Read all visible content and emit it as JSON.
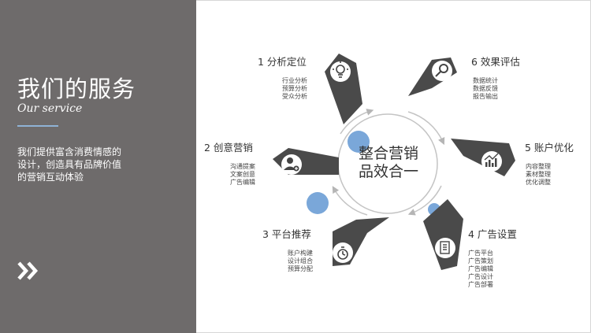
{
  "left_panel": {
    "title": "我们的服务",
    "subtitle": "Our service",
    "description_lines": [
      "我们提供富含消费情感的",
      "设计，创造具有品牌价值",
      "的营销互动体验"
    ]
  },
  "center": {
    "line1": "整合营销",
    "line2": "品效合一"
  },
  "items": [
    {
      "title": "1  分析定位",
      "list": [
        "行业分析",
        "预算分析",
        "受众分析"
      ],
      "icon": "lightbulb-icon"
    },
    {
      "title": "2  创意营销",
      "list": [
        "沟通提案",
        "文案创意",
        "广告编辑"
      ],
      "icon": "user-add-icon"
    },
    {
      "title": "3  平台推荐",
      "list": [
        "账户构建",
        "设计组合",
        "预算分配"
      ],
      "icon": "stopwatch-icon"
    },
    {
      "title": "4  广告设置",
      "list": [
        "广告平台",
        "广告策划",
        "广告编辑",
        "广告设计",
        "广告部署"
      ],
      "icon": "document-icon"
    },
    {
      "title": "5  账户优化",
      "list": [
        "内容整理",
        "素材整理",
        "优化调整"
      ],
      "icon": "growth-chart-icon"
    },
    {
      "title": "6  效果评估",
      "list": [
        "数据统计",
        "数据反馈",
        "报告输出"
      ],
      "icon": "magnifier-icon"
    }
  ],
  "colors": {
    "panel": "#6e6b6b",
    "accent_blue": "#8fb3d6",
    "dot_blue": "#7aa7d9",
    "arrow_dark": "#4a4a4a"
  }
}
